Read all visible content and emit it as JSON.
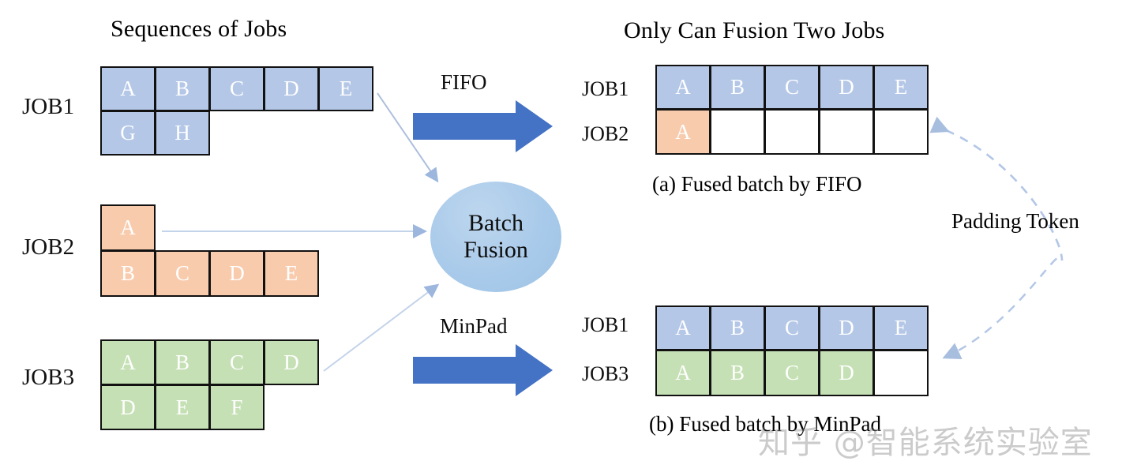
{
  "headings": {
    "left": "Sequences of Jobs",
    "right": "Only Can Fusion Two Jobs"
  },
  "left_panel": {
    "jobs": [
      {
        "label": "JOB1",
        "color": "#b4c7e7",
        "rows": [
          [
            "A",
            "B",
            "C",
            "D",
            "E"
          ],
          [
            "G",
            "H"
          ]
        ]
      },
      {
        "label": "JOB2",
        "color": "#f8cbad",
        "rows": [
          [
            "A"
          ],
          [
            "B",
            "C",
            "D",
            "E"
          ]
        ]
      },
      {
        "label": "JOB3",
        "color": "#c5e0b4",
        "rows": [
          [
            "A",
            "B",
            "C",
            "D"
          ],
          [
            "D",
            "E",
            "F"
          ]
        ]
      }
    ]
  },
  "fusion_node": {
    "line1": "Batch",
    "line2": "Fusion",
    "color": "#9dc3e6"
  },
  "transforms": [
    {
      "label": "FIFO",
      "color": "#4472c4"
    },
    {
      "label": "MinPad",
      "color": "#4472c4"
    }
  ],
  "right_panel": {
    "batches": [
      {
        "caption": "(a) Fused batch by FIFO",
        "rows": [
          {
            "label": "JOB1",
            "cells": [
              {
                "text": "A",
                "color": "#b4c7e7",
                "filled": true
              },
              {
                "text": "B",
                "color": "#b4c7e7",
                "filled": true
              },
              {
                "text": "C",
                "color": "#b4c7e7",
                "filled": true
              },
              {
                "text": "D",
                "color": "#b4c7e7",
                "filled": true
              },
              {
                "text": "E",
                "color": "#b4c7e7",
                "filled": true
              }
            ]
          },
          {
            "label": "JOB2",
            "cells": [
              {
                "text": "A",
                "color": "#f8cbad",
                "filled": true
              },
              {
                "text": "",
                "color": "#ffffff",
                "filled": false
              },
              {
                "text": "",
                "color": "#ffffff",
                "filled": false
              },
              {
                "text": "",
                "color": "#ffffff",
                "filled": false
              },
              {
                "text": "",
                "color": "#ffffff",
                "filled": false
              }
            ]
          }
        ]
      },
      {
        "caption": "(b) Fused batch by MinPad",
        "rows": [
          {
            "label": "JOB1",
            "cells": [
              {
                "text": "A",
                "color": "#b4c7e7",
                "filled": true
              },
              {
                "text": "B",
                "color": "#b4c7e7",
                "filled": true
              },
              {
                "text": "C",
                "color": "#b4c7e7",
                "filled": true
              },
              {
                "text": "D",
                "color": "#b4c7e7",
                "filled": true
              },
              {
                "text": "E",
                "color": "#b4c7e7",
                "filled": true
              }
            ]
          },
          {
            "label": "JOB3",
            "cells": [
              {
                "text": "A",
                "color": "#c5e0b4",
                "filled": true
              },
              {
                "text": "B",
                "color": "#c5e0b4",
                "filled": true
              },
              {
                "text": "C",
                "color": "#c5e0b4",
                "filled": true
              },
              {
                "text": "D",
                "color": "#c5e0b4",
                "filled": true
              },
              {
                "text": "",
                "color": "#ffffff",
                "filled": false
              }
            ]
          }
        ]
      }
    ],
    "padding_annotation": {
      "label": "Padding Token",
      "arrow_color": "#b4c7e7"
    }
  },
  "watermark": {
    "text": "知乎 @智能系统实验室"
  }
}
